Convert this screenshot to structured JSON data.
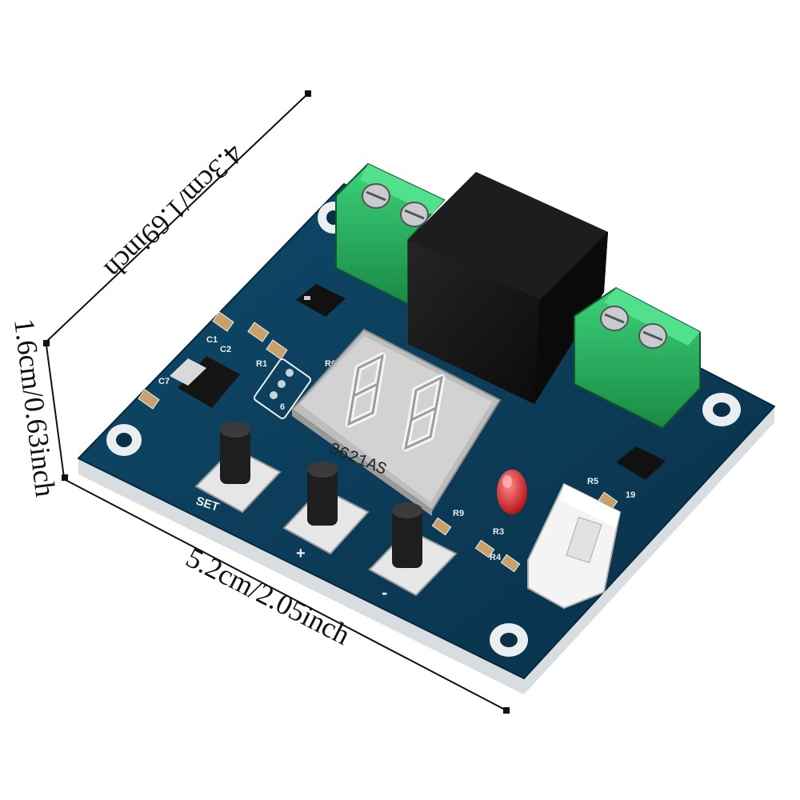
{
  "dimensions": {
    "length": "4.3cm/1.69inch",
    "height": "1.6cm/0.63inch",
    "width": "5.2cm/2.05inch"
  },
  "board": {
    "button_labels": {
      "set": "SET",
      "plus": "+",
      "minus": "-"
    },
    "display_part_number": "3621AS",
    "silkscreen": [
      "C1",
      "R1",
      "C2",
      "C7",
      "R6",
      "R5",
      "R9",
      "R3",
      "R4",
      "19",
      "6"
    ]
  },
  "colors": {
    "pcb": "#0d3b56",
    "terminal_block": "#23b05c",
    "relay": "#111111",
    "display": "#bfbfbf",
    "led": "#e3141b",
    "connector": "#f4f4f4"
  },
  "icons": [
    "screw-terminal-icon",
    "relay-icon",
    "seven-segment-display-icon",
    "tactile-button-icon",
    "led-icon",
    "connector-icon"
  ]
}
